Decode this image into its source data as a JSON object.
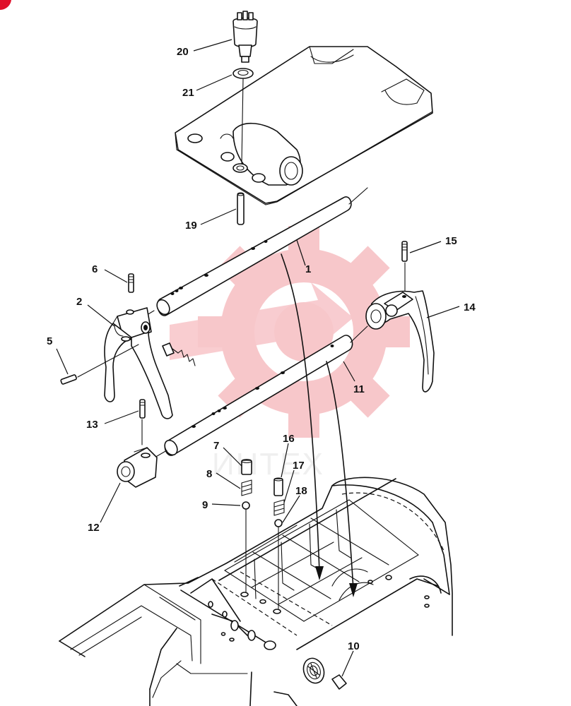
{
  "watermark": {
    "text": "ИНТЕХ",
    "color": "#e63946"
  },
  "callouts": [
    {
      "id": "1",
      "text": "1"
    },
    {
      "id": "2",
      "text": "2"
    },
    {
      "id": "5",
      "text": "5"
    },
    {
      "id": "6",
      "text": "6"
    },
    {
      "id": "7",
      "text": "7"
    },
    {
      "id": "8",
      "text": "8"
    },
    {
      "id": "9",
      "text": "9"
    },
    {
      "id": "10",
      "text": "10"
    },
    {
      "id": "11",
      "text": "11"
    },
    {
      "id": "12",
      "text": "12"
    },
    {
      "id": "13",
      "text": "13"
    },
    {
      "id": "14",
      "text": "14"
    },
    {
      "id": "15",
      "text": "15"
    },
    {
      "id": "16",
      "text": "16"
    },
    {
      "id": "17",
      "text": "17"
    },
    {
      "id": "18",
      "text": "18"
    },
    {
      "id": "19",
      "text": "19"
    },
    {
      "id": "20",
      "text": "20"
    },
    {
      "id": "21",
      "text": "21"
    }
  ]
}
